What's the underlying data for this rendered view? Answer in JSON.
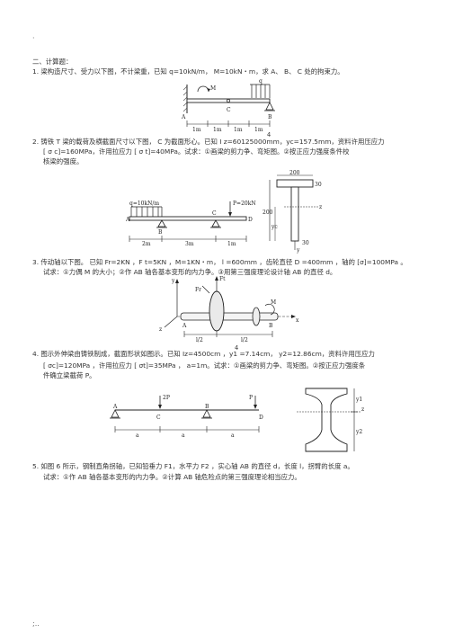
{
  "page": {
    "top_mark": "·",
    "bottom_mark": ";.."
  },
  "section_title": "二、计算题：",
  "problems": [
    {
      "lines": [
        "1. 梁构造尺寸、受力以下图，不计梁重，已知 q=10kN/m， M=10kN・m，求 A、 B、 C 处的拘束力。"
      ],
      "figure": {
        "M": "M",
        "q": "q",
        "A": "A",
        "B": "B",
        "C": "C",
        "dims": [
          "1m",
          "1m",
          "1m",
          "1m"
        ]
      }
    },
    {
      "lines": [
        "2. 铸铁 T 梁的载荷及横截面尺寸以下图， C 为截面形心。已知 I z=60125000mm，yc=157.5mm，资料许用压应力",
        "[ σ c]=160MPa，许用拉应力 [ σ t]=40MPa。试求：①画梁的剪力争、弯矩图。②按正应力强度条件校",
        "核梁的强度。"
      ],
      "sup": "4",
      "figure": {
        "q": "q=10kN/m",
        "P": "P=20kN",
        "A": "A",
        "B": "B",
        "C": "C",
        "D": "D",
        "dims": [
          "2m",
          "3m",
          "1m"
        ],
        "section": {
          "w": "200",
          "t": "30",
          "h": "200",
          "web": "30",
          "yc": "yc",
          "z": "z",
          "y": "y"
        }
      }
    },
    {
      "lines": [
        "3. 传动轴以下图。 已知 Fr=2KN ，F t=5KN ，M=1KN・m， l =600mm ，齿轮直径 D =400mm ，轴的 [σ]=100MPa 。",
        "试求：①力偶 M 的大小；②作 AB 轴各基本变形的内力争。③用第三强度理论设计轴 AB 的直径 d。"
      ],
      "figure": {
        "y": "y",
        "z": "z",
        "x": "x",
        "A": "A",
        "B": "B",
        "M": "M",
        "Ft": "Ft",
        "Fr": "Fr",
        "half1": "l/2",
        "half2": "l/2"
      }
    },
    {
      "lines": [
        "4. 图示外伸梁由铸铁制成，截面形状如图示。已知 Iz=4500cm ，y1 =7.14cm， y2=12.86cm，资料许用压应力",
        "[ σc]=120MPa ，许用拉应力 [ σt]=35MPa ， a=1m。试求：①画梁的剪力争、弯矩图。②按正应力强度条",
        "件确立梁截荷 P。"
      ],
      "sup": "4",
      "figure": {
        "P2": "2P",
        "P": "P",
        "A": "A",
        "B": "B",
        "C": "C",
        "D": "D",
        "dims": [
          "a",
          "a",
          "a"
        ],
        "section": {
          "y1": "y1",
          "y2": "y2",
          "z": "z"
        }
      }
    },
    {
      "lines": [
        "5. 如图 6 所示，钢制直角拐轴，已知铅垂力 F1，水平力 F2 ，实心轴 AB 的直径 d，长度 l，拐臂的长度 a。",
        "试求：①作 AB 轴各基本变形的内力争。②计算 AB 轴危险点的第三强度理论相当应力。"
      ]
    }
  ]
}
